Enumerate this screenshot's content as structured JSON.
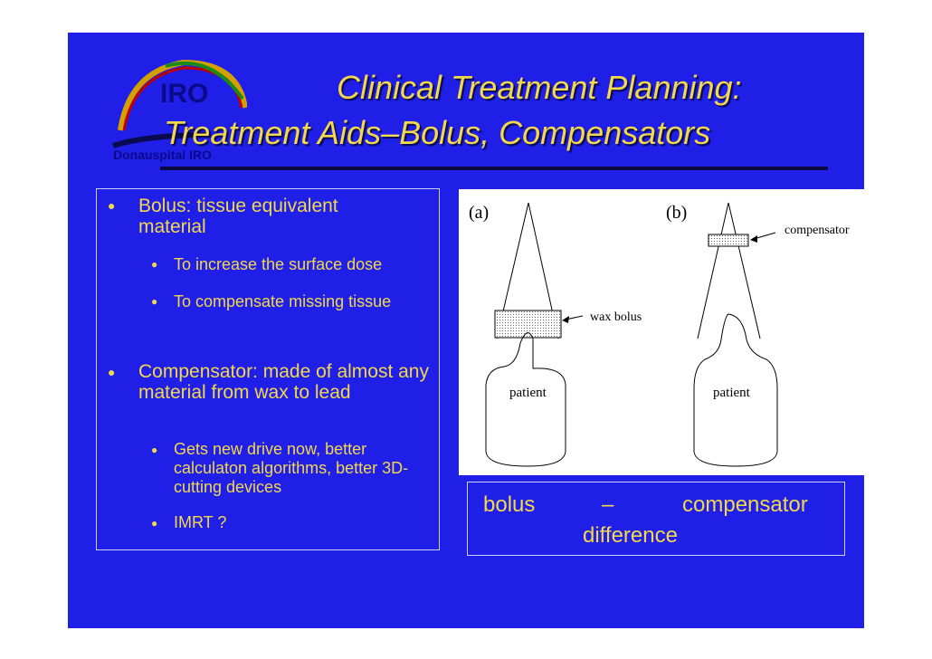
{
  "logo": {
    "text": "IRO",
    "subtext": "Donauspital IRO"
  },
  "title": {
    "line1": "Clinical Treatment Planning:",
    "line2": "Treatment Aids–Bolus, Compensators"
  },
  "bullets": [
    {
      "text": "Bolus: tissue equivalent material",
      "sub": [
        "To increase the surface dose",
        "To compensate missing tissue"
      ]
    },
    {
      "text": "Compensator: made of almost any material from wax to lead",
      "sub": [
        "Gets new drive now, better calculaton algorithms, better 3D-cutting devices",
        "IMRT ?"
      ]
    }
  ],
  "figure": {
    "panel_a": {
      "label": "(a)",
      "annotation": "wax bolus",
      "body_label": "patient"
    },
    "panel_b": {
      "label": "(b)",
      "annotation": "compensator",
      "body_label": "patient"
    }
  },
  "caption": {
    "word1": "bolus",
    "dash": "–",
    "word2": "compensator",
    "word3": "difference"
  },
  "colors": {
    "slide_bg": "#1f1fe8",
    "text": "#f2d84a",
    "logo_arc": "#d4a000"
  }
}
